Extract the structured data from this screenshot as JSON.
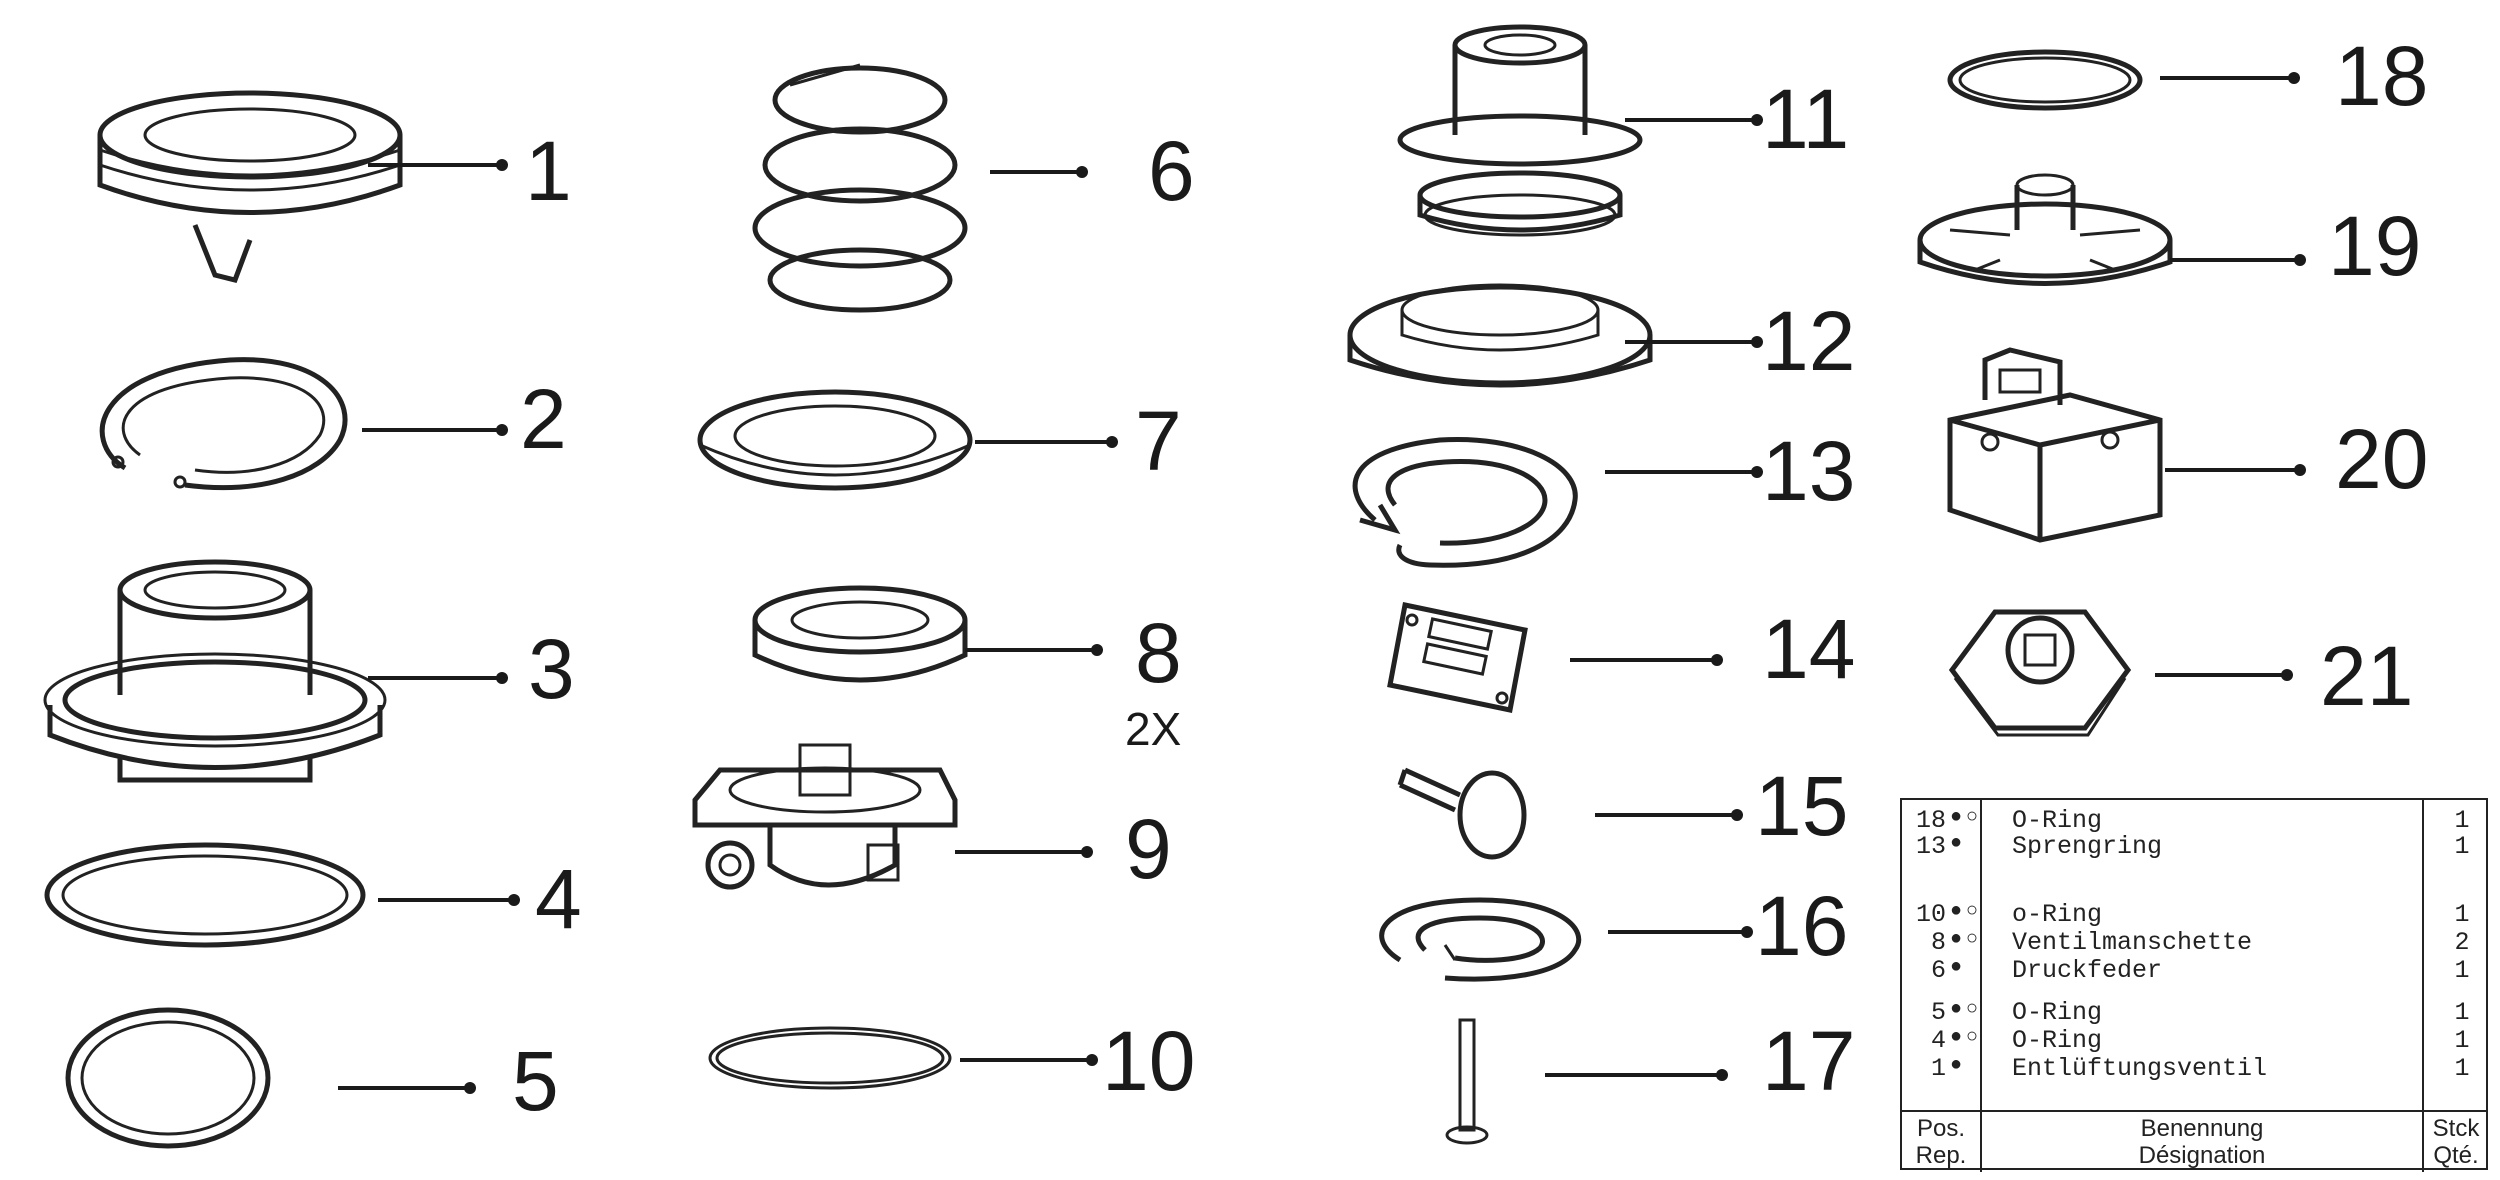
{
  "callouts": [
    {
      "n": "1"
    },
    {
      "n": "2"
    },
    {
      "n": "3"
    },
    {
      "n": "4"
    },
    {
      "n": "5"
    },
    {
      "n": "6"
    },
    {
      "n": "7"
    },
    {
      "n": "8",
      "qty": "2X"
    },
    {
      "n": "9"
    },
    {
      "n": "10"
    },
    {
      "n": "11"
    },
    {
      "n": "12"
    },
    {
      "n": "13"
    },
    {
      "n": "14"
    },
    {
      "n": "15"
    },
    {
      "n": "16"
    },
    {
      "n": "17"
    },
    {
      "n": "18"
    },
    {
      "n": "19"
    },
    {
      "n": "20"
    },
    {
      "n": "21"
    }
  ],
  "parts_table": {
    "header": {
      "pos": [
        "Pos.",
        "Rep."
      ],
      "name": [
        "Benennung",
        "Désignation"
      ],
      "qty": [
        "Stck",
        "Qté."
      ]
    },
    "rows": [
      {
        "pos": "18",
        "mark1": "●",
        "mark2": "○",
        "name": "O-Ring",
        "qty": "1"
      },
      {
        "pos": "13",
        "mark1": "●",
        "mark2": "",
        "name": "Sprengring",
        "qty": "1"
      },
      {
        "pos": "10",
        "mark1": "●",
        "mark2": "○",
        "name": "o-Ring",
        "qty": "1"
      },
      {
        "pos": "8",
        "mark1": "●",
        "mark2": "○",
        "name": "Ventilmanschette",
        "qty": "2"
      },
      {
        "pos": "6",
        "mark1": "●",
        "mark2": "",
        "name": "Druckfeder",
        "qty": "1"
      },
      {
        "pos": "5",
        "mark1": "●",
        "mark2": "○",
        "name": "O-Ring",
        "qty": "1"
      },
      {
        "pos": "4",
        "mark1": "●",
        "mark2": "○",
        "name": "O-Ring",
        "qty": "1"
      },
      {
        "pos": "1",
        "mark1": "●",
        "mark2": "",
        "name": "Entlüftungsventil",
        "qty": "1"
      }
    ]
  }
}
